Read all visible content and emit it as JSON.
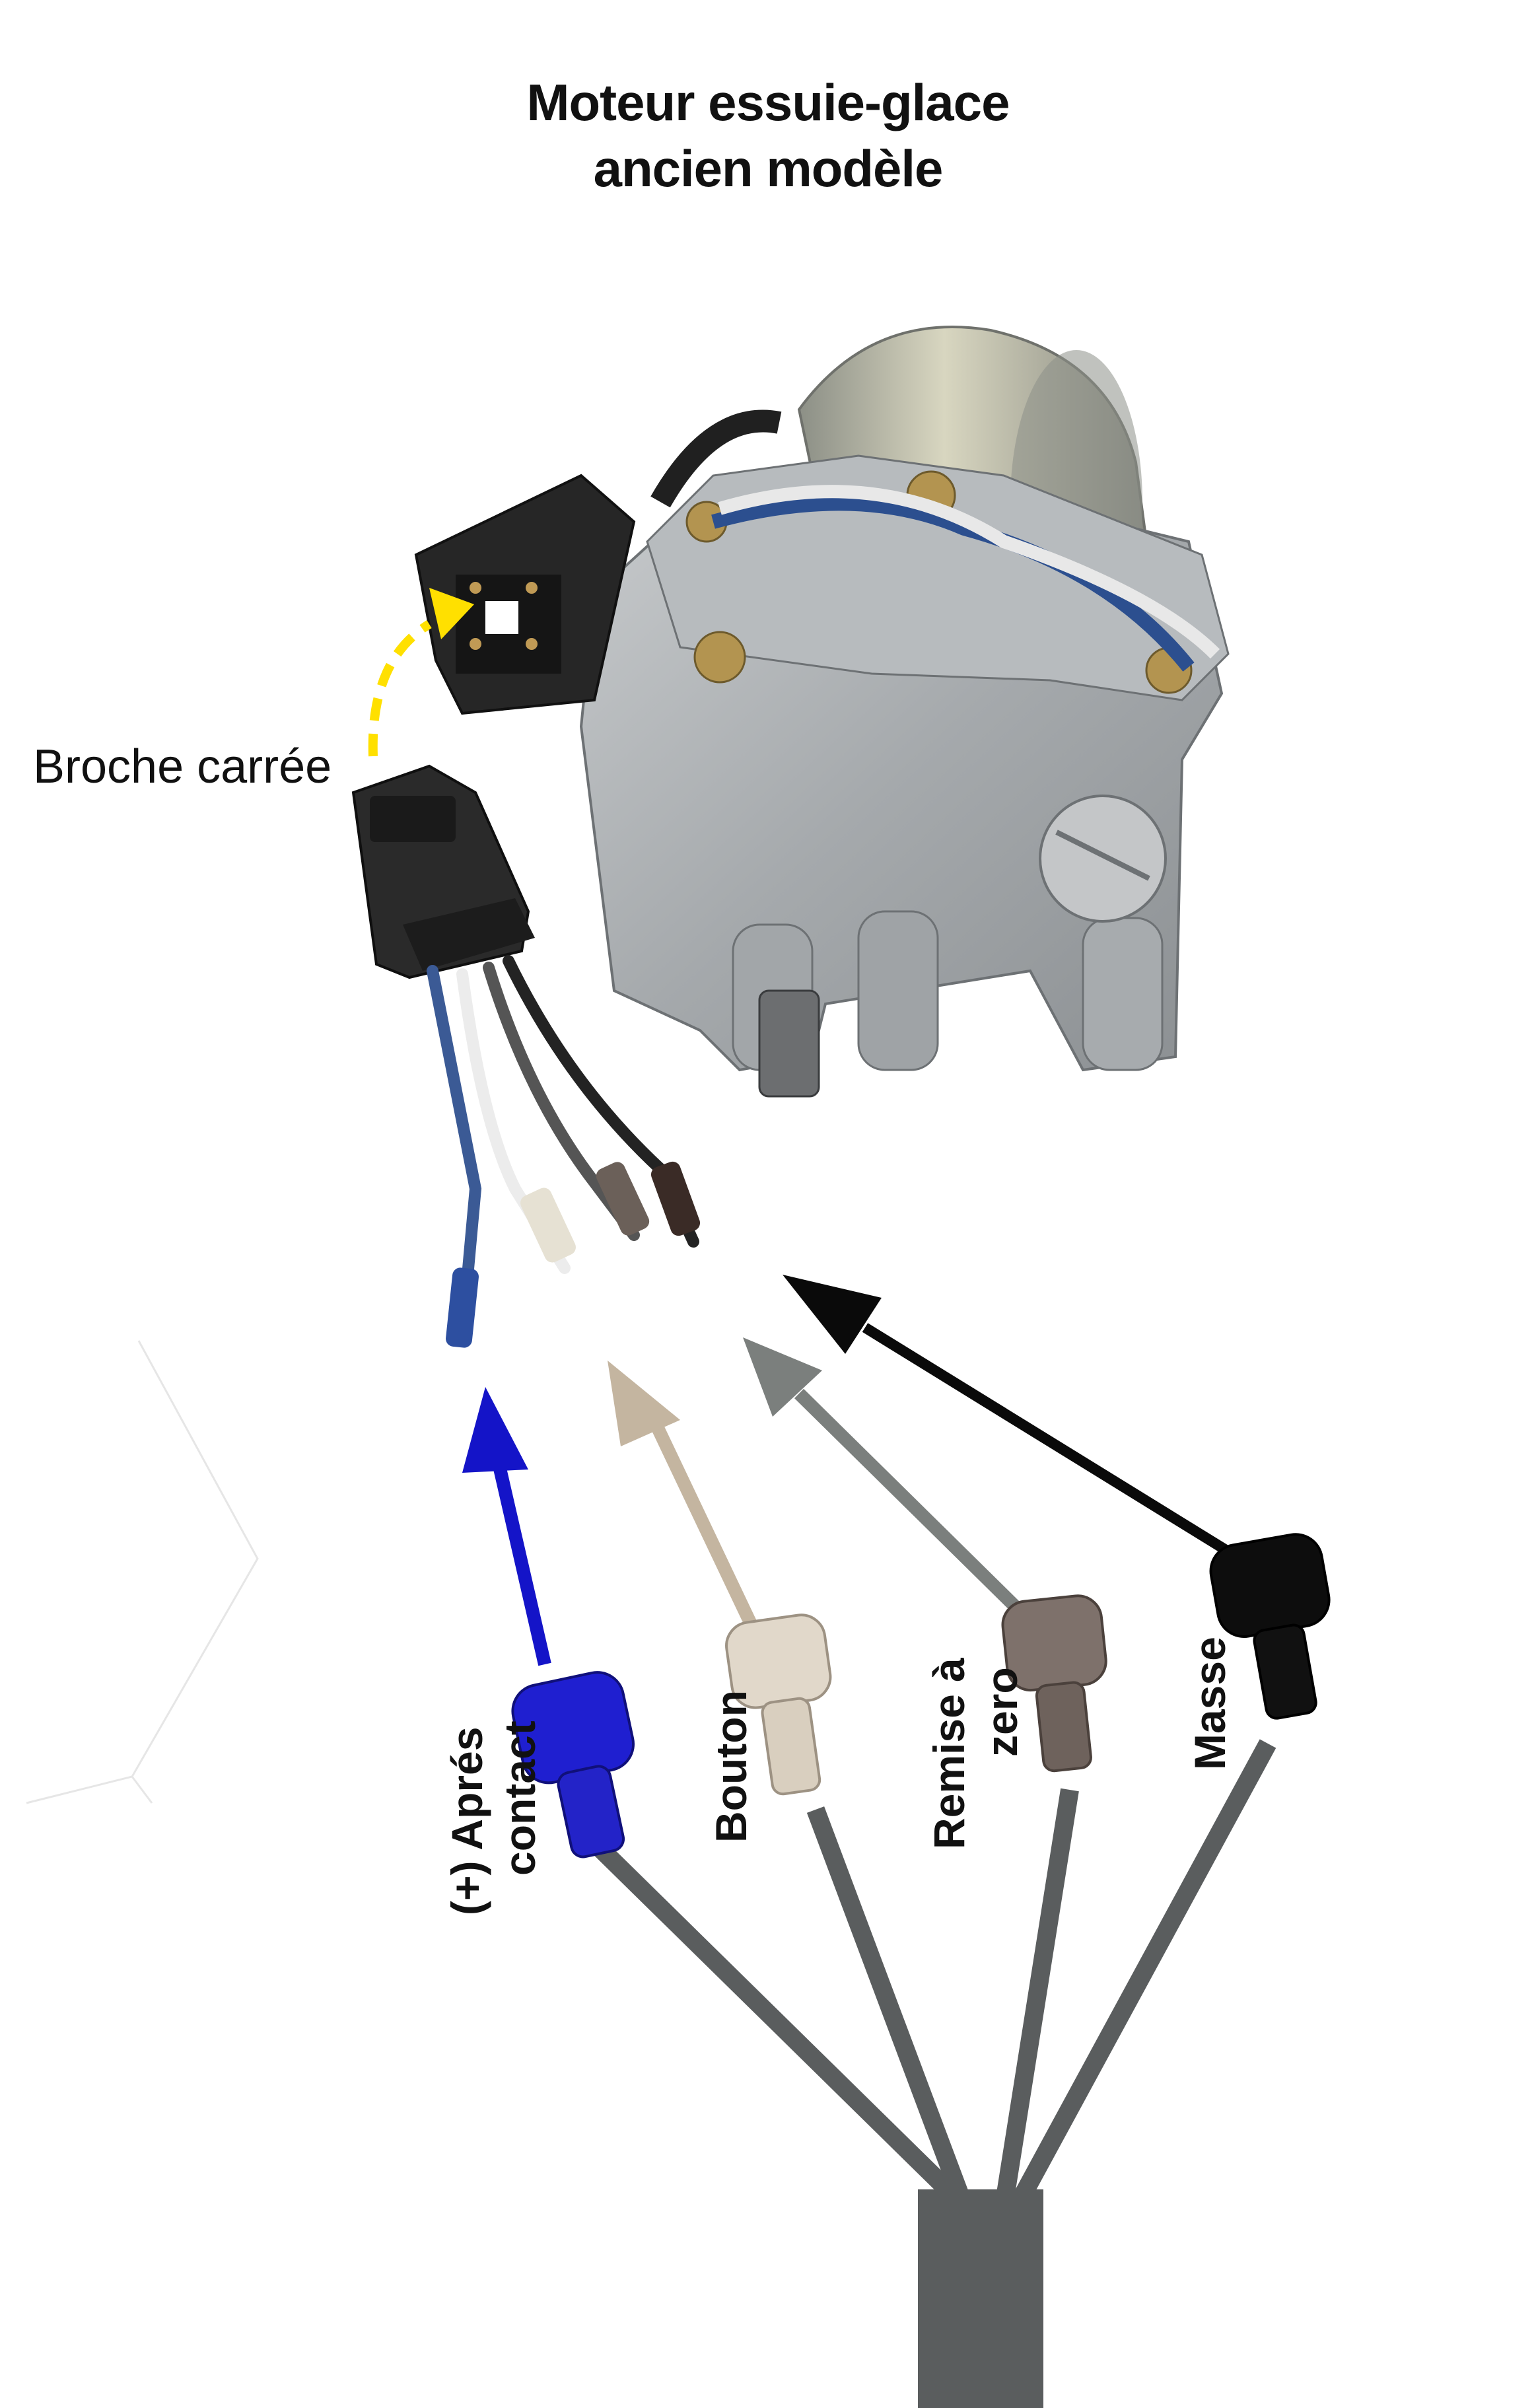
{
  "title": {
    "line1": "Moteur essuie-glace",
    "line2": "ancien modèle"
  },
  "connector_label": "Broche carrée",
  "wire_labels": {
    "apres_contact": {
      "line1": "(+) Aprés",
      "line2": "contact",
      "color": "#1414c8"
    },
    "bouton": {
      "line1": "Bouton",
      "color": "#c9bdad"
    },
    "remise": {
      "line1": "Remise à",
      "line2": "zero",
      "color": "#7a6d66"
    },
    "masse": {
      "line1": "Masse",
      "color": "#101010"
    }
  },
  "colors": {
    "cable": "#5a5d5e",
    "blue_arrow": "#1414c8",
    "beige_arrow": "#c4b5a0",
    "grey_arrow": "#7b7f7d",
    "black_arrow": "#0a0a0a",
    "yellow_arrow": "#ffe000",
    "motor_body": "#a9adb0"
  }
}
